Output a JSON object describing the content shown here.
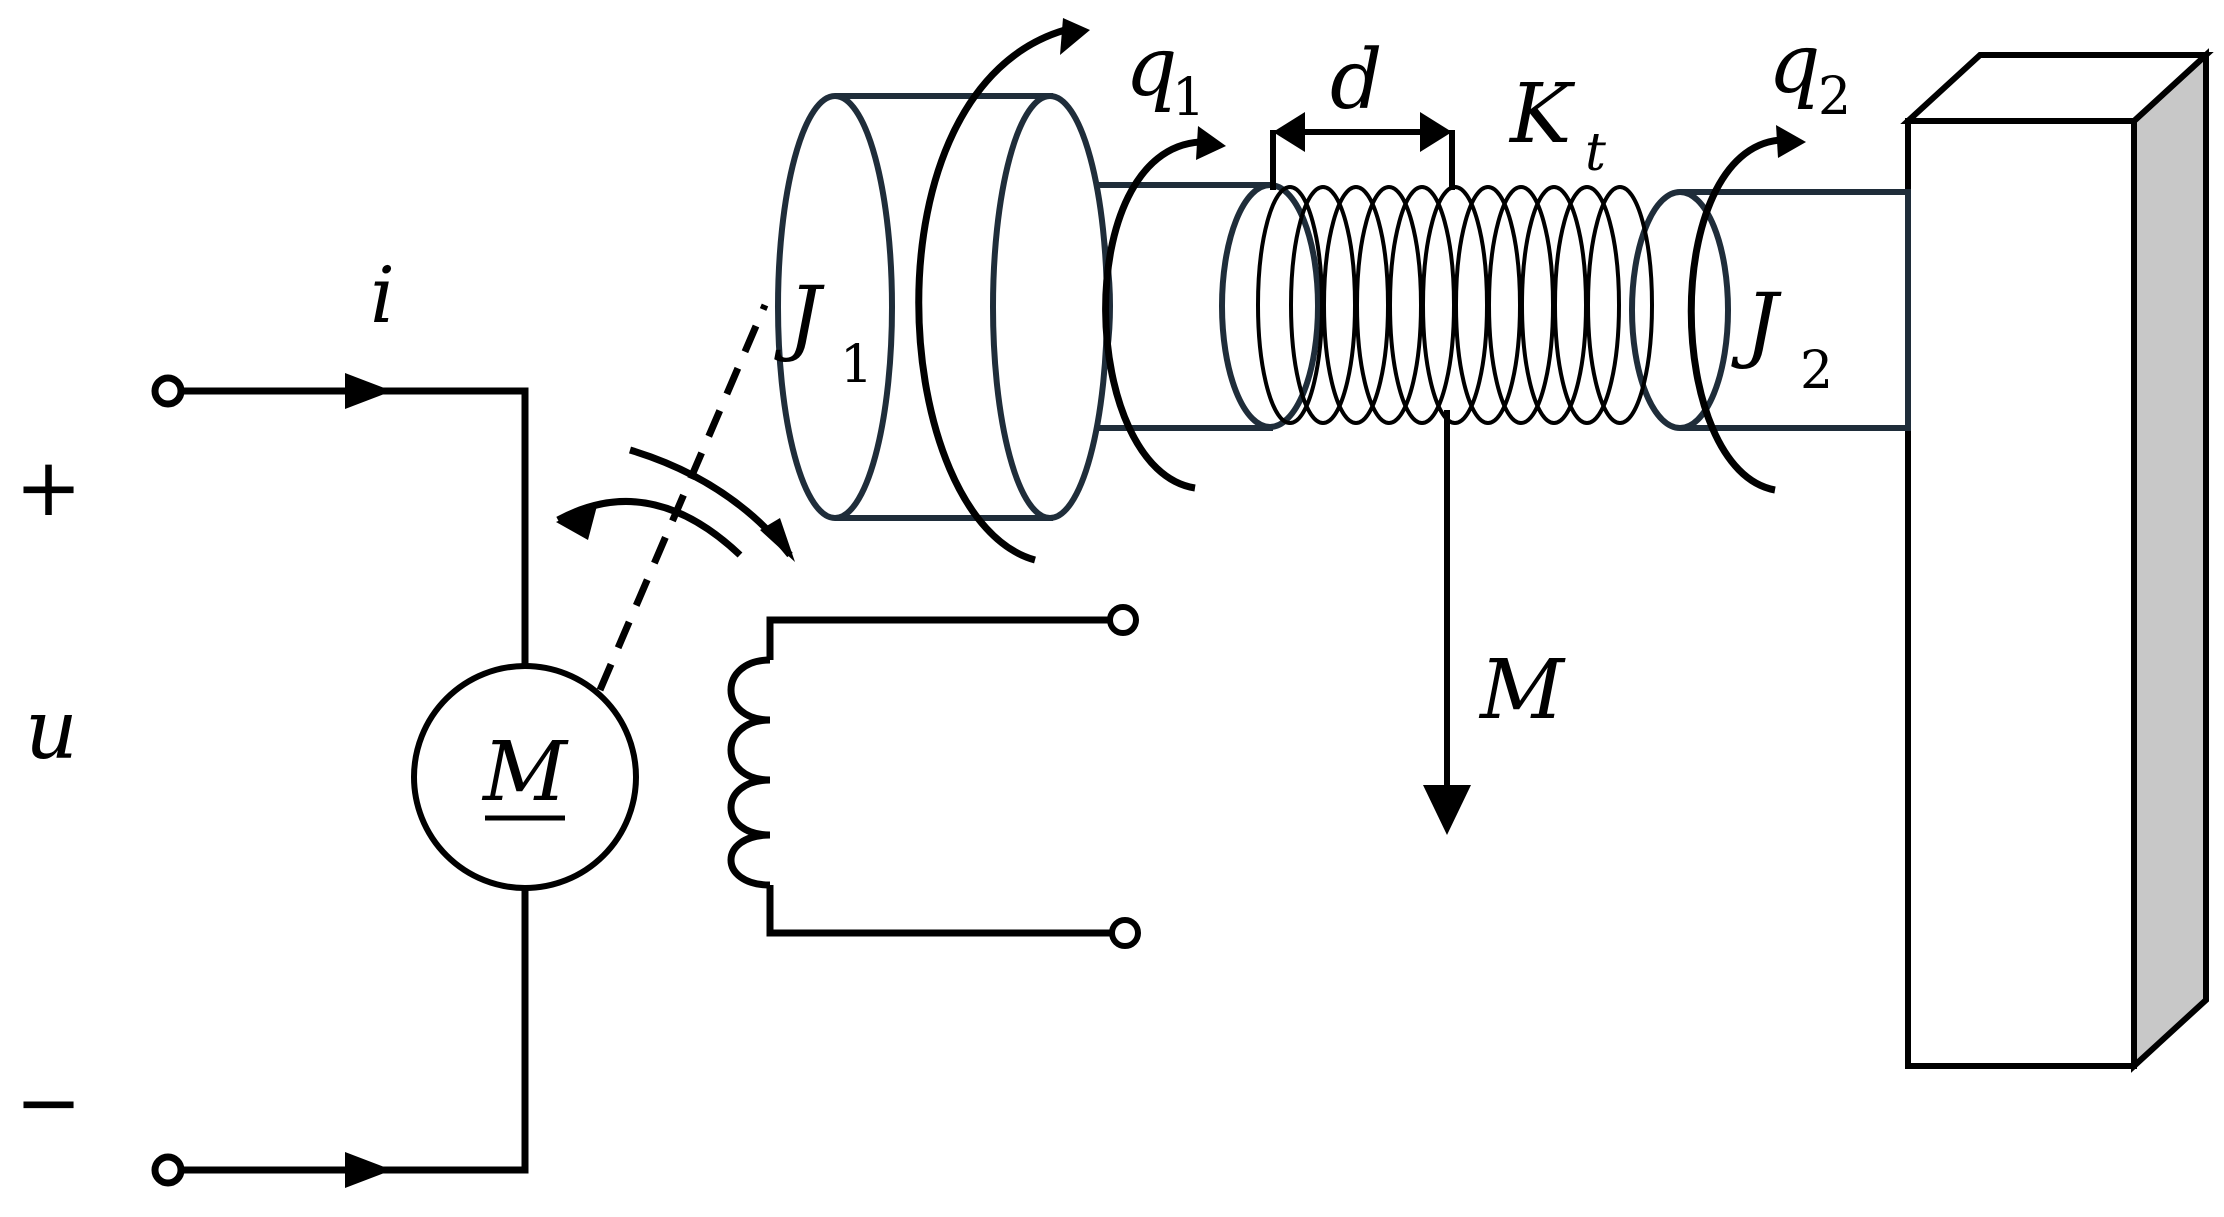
{
  "labels": {
    "current": "i",
    "plus": "+",
    "voltage": "u",
    "minus": "−",
    "motor": "M",
    "j1_base": "J",
    "j1_sub": "1",
    "q1_base": "q",
    "q1_sub": "1",
    "d": "d",
    "kt_base": "K",
    "kt_sub": "t",
    "q2_base": "q",
    "q2_sub": "2",
    "j2_base": "J",
    "j2_sub": "2",
    "load": "M"
  },
  "colors": {
    "stroke": "#000000",
    "shaft_outline": "#1f2d3a",
    "wall_side": "#c8c8c8",
    "background": "#ffffff"
  },
  "spring": {
    "turns": 11
  }
}
